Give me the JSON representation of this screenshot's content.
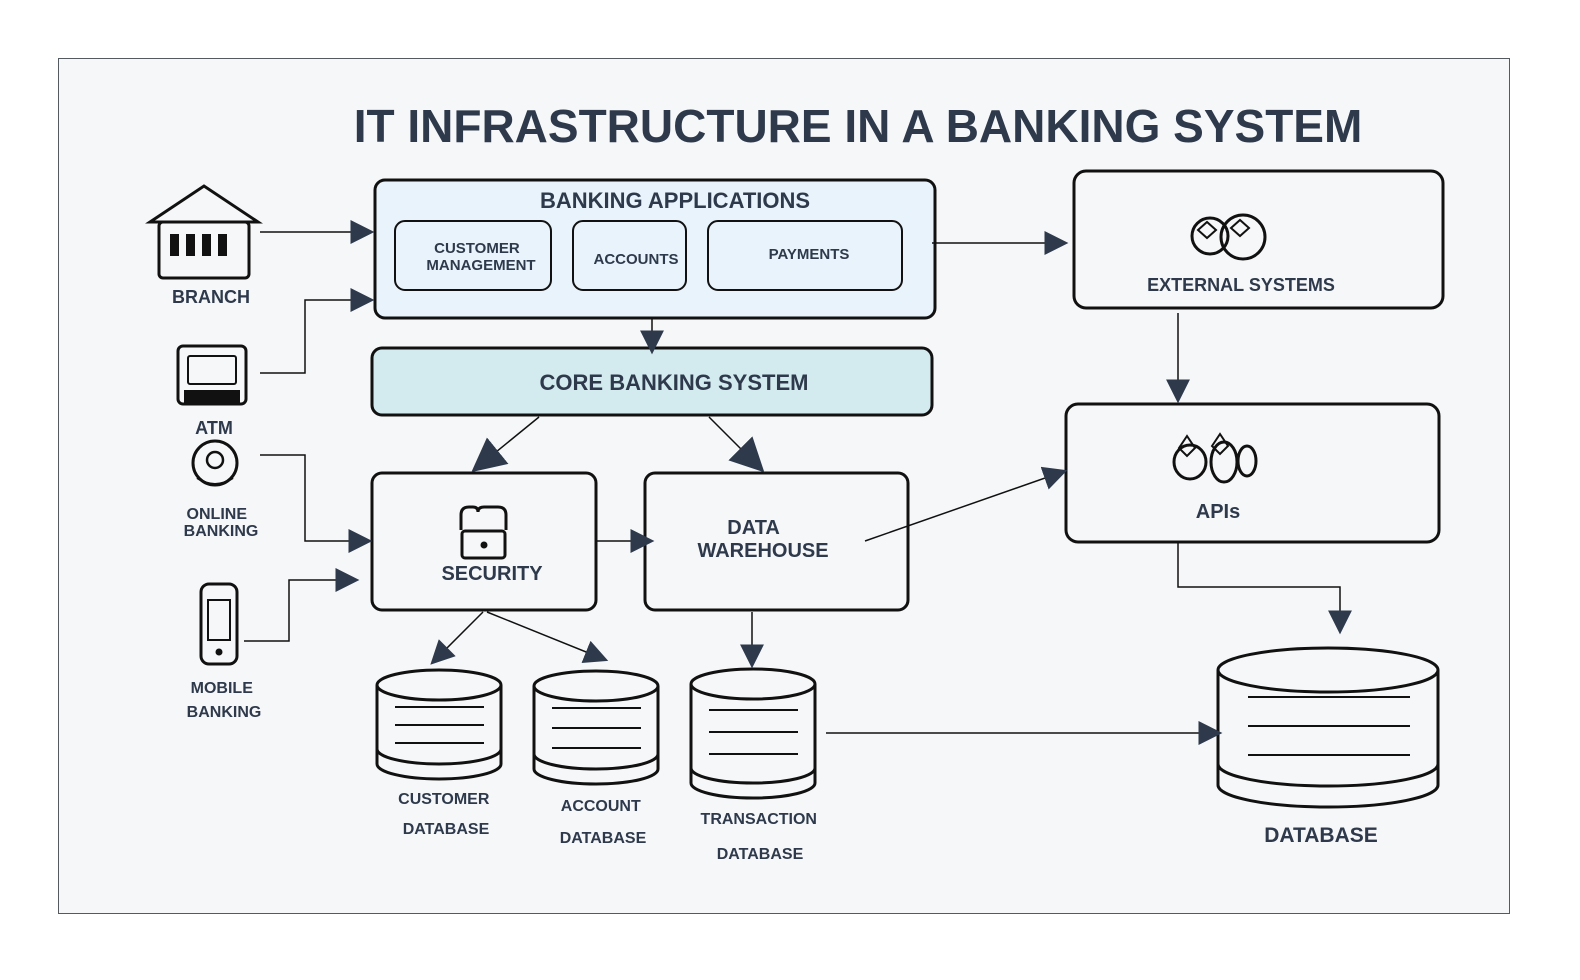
{
  "title": "IT INFRASTRUCTURE IN A BANKING SYSTEM",
  "channels": {
    "branch": "BRANCH",
    "atm": "ATM",
    "online_banking": [
      "ONLINE",
      "BANKING"
    ],
    "mobile_banking": [
      "MOBILE",
      "BANKING"
    ]
  },
  "banking_applications": {
    "title": "BANKING APPLICATIONS",
    "customer_management": [
      "CUSTOMER",
      "MANAGEMENT"
    ],
    "accounts": "ACCOUNTS",
    "payments": "PAYMENTS"
  },
  "core_banking": "CORE BANKING SYSTEM",
  "external_systems": "EXTERNAL SYSTEMS",
  "apis": "APIs",
  "security": "SECURITY",
  "data_warehouse": [
    "DATA",
    "WAREHOUSE"
  ],
  "databases": {
    "customer": [
      "CUSTOMER",
      "DATABASE"
    ],
    "account": [
      "ACCOUNT",
      "DATABASE"
    ],
    "transaction": [
      "TRANSACTION",
      "DATABASE"
    ],
    "main": "DATABASE"
  },
  "colors": {
    "stroke": "#111111",
    "text": "#2e3a4b",
    "banking_apps_fill": "#e9f3fb",
    "core_fill": "#d3eaef",
    "box_fill": "#f6f7f9",
    "arrow": "#2e3a4b"
  }
}
